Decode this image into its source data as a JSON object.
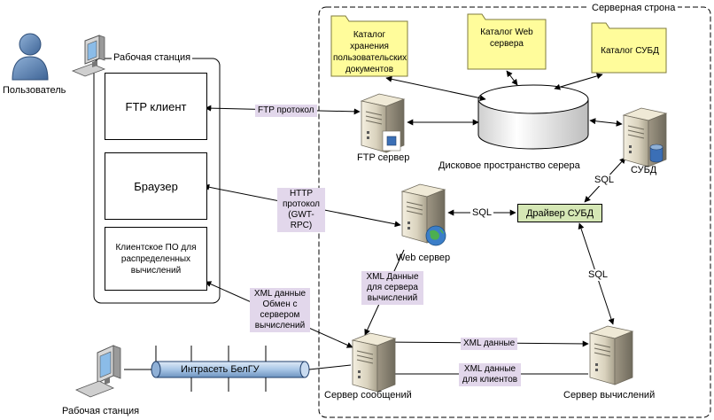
{
  "workstation": {
    "title": "Рабочая станция",
    "ftp_client": "FTP клиент",
    "browser": "Браузер",
    "client_software": "Клиентское ПО для распределенных вычислений"
  },
  "server_side": {
    "title": "Серверная строна"
  },
  "folders": {
    "user_docs": "Каталог хранения пользовательских документов",
    "web_catalog": "Каталог Web сервера",
    "dbms_catalog": "Каталог СУБД"
  },
  "nodes": {
    "user": "Пользователь",
    "ftp_server": "FTP сервер",
    "disk_space": "Дисковое пространство серера",
    "dbms": "СУБД",
    "dbms_driver": "Драйвер СУБД",
    "web_server": "Web сервер",
    "message_server": "Сервер сообщений",
    "compute_server": "Сервер вычислений",
    "intranet": "Интрасеть БелГУ",
    "workstation_bottom": "Рабочая станция"
  },
  "edge_labels": {
    "ftp_protocol": "FTP протокол",
    "http_protocol": "HTTP протокол (GWT-RPC)",
    "sql_web_driver": "SQL",
    "sql_dbms_driver": "SQL",
    "sql_driver_compute": "SQL",
    "xml_web_compute": "XML Данные для сервера вычислений",
    "xml_client_msg": "XML данные Обмен с сервером вычислений",
    "xml_data": "XML данные",
    "xml_for_clients": "XML данные для клиентов"
  },
  "colors": {
    "folder_fill": "#fffc9b",
    "edge_label_bg": "#e2d7eb",
    "driver_fill": "#d5e7b5",
    "pipe_fill": "#a8c6e6"
  }
}
